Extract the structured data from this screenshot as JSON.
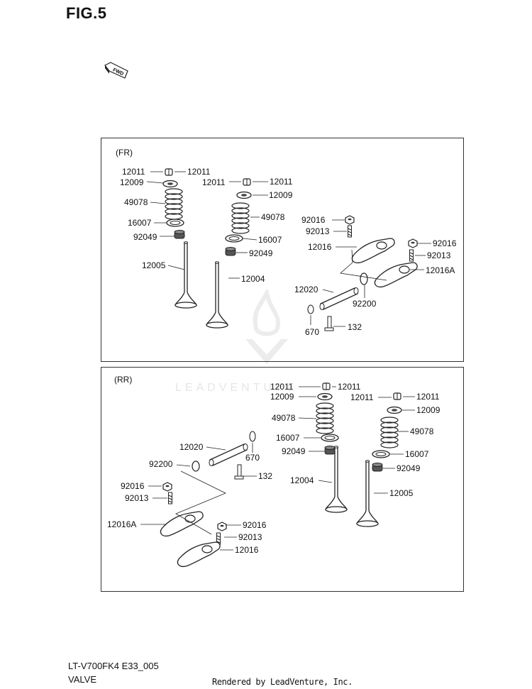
{
  "figure_title": "FIG.5",
  "fwd_label": "FWD",
  "panels": {
    "front": {
      "label": "(FR)",
      "callouts": [
        "12011",
        "12011",
        "12009",
        "49078",
        "16007",
        "92049",
        "12005",
        "12011",
        "12011",
        "12009",
        "49078",
        "16007",
        "92049",
        "12004",
        "92016",
        "92013",
        "12016",
        "92016",
        "92013",
        "12016A",
        "12020",
        "92200",
        "670",
        "132"
      ]
    },
    "rear": {
      "label": "(RR)",
      "callouts": [
        "12011",
        "12011",
        "12009",
        "49078",
        "16007",
        "92049",
        "12004",
        "12011",
        "12011",
        "12009",
        "49078",
        "16007",
        "92049",
        "12005",
        "12020",
        "670",
        "92200",
        "132",
        "92016",
        "92013",
        "12016A",
        "92016",
        "92013",
        "12016"
      ]
    }
  },
  "watermark": "LEADVENTURE",
  "footer": {
    "model_code": "LT-V700FK4 E33_005",
    "section_name": "VALVE",
    "rendered_by": "Rendered by LeadVenture, Inc."
  }
}
